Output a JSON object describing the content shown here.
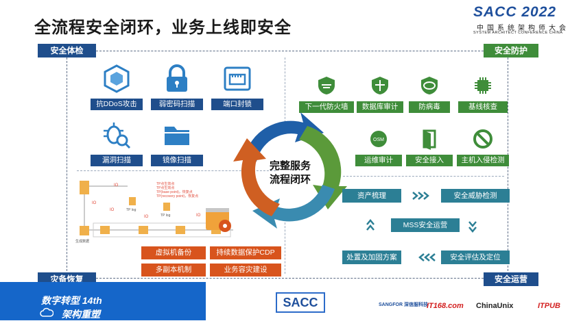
{
  "title": "全流程安全闭环，业务上线即安全",
  "logo": {
    "main": "SACC 2022",
    "cn": "中国系统架构师大会",
    "en": "SYSTEM ARCHITECT CONFERENCE CHINA"
  },
  "corners": {
    "top_left": "安全体检",
    "top_right": "安全防护",
    "bottom_left": "灾备恢复",
    "bottom_right": "安全运营"
  },
  "center_text_lines": [
    "完整服务",
    "流程闭环"
  ],
  "checkup": [
    "抗DDoS攻击",
    "弱密码扫描",
    "端口封锁",
    "漏洞扫描",
    "镜像扫描"
  ],
  "protection": [
    "下一代防火墙",
    "数据库审计",
    "防病毒",
    "基线核查",
    "运维审计",
    "安全接入",
    "主机入侵检测"
  ],
  "operations": {
    "asset": "资产梳理",
    "threat": "安全威胁检测",
    "mss": "MSS安全运营",
    "remedy": "处置及加固方案",
    "assess": "安全评估及定位"
  },
  "recovery": [
    "虚拟机备份",
    "持续数据保护CDP",
    "多副本机制",
    "业务容灾建设"
  ],
  "recovery_diagram_labels": [
    "IO",
    "IO",
    "IO",
    "IO",
    "IO",
    "TP点生效点",
    "TP点生效点",
    "TP(base point)，恢复点",
    "TP(recovery point)，恢复点",
    "TP log",
    "TP log",
    "生成数据"
  ],
  "bottom": {
    "line1": "数字转型 14th",
    "line2": "架构重塑",
    "sacc": "SACC",
    "partners": [
      "SANGFOR 深信服科技",
      "IT168.com",
      "ChinaUnix",
      "ITPUB"
    ]
  },
  "colors": {
    "blue": "#1f4e8c",
    "green": "#3f8d3a",
    "teal": "#2c7f95",
    "orange": "#d8541d"
  }
}
